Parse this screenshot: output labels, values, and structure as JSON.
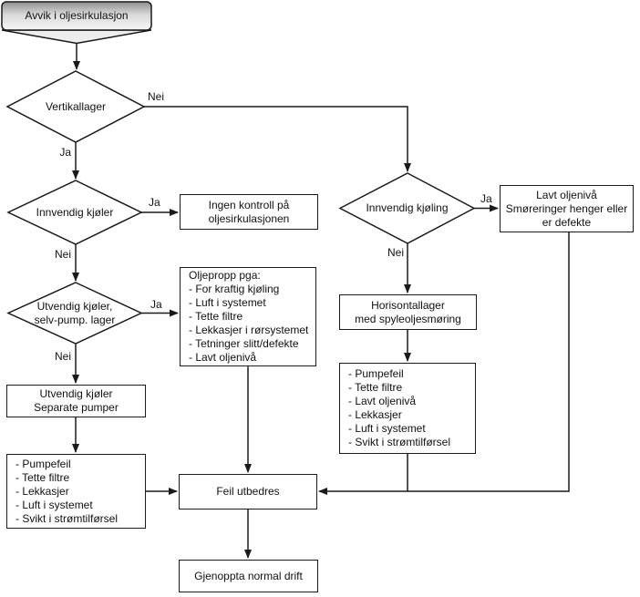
{
  "diagram": {
    "start": {
      "label": "Avvik i oljesirkulasjon"
    },
    "decisions": {
      "vertikallager": {
        "label": "Vertikallager"
      },
      "innvendig_kjoler": {
        "label": "Innvendig kjøler"
      },
      "utvendig_kjoler": {
        "label": "Utvendig kjøler,\nselv-pump. lager"
      },
      "innvendig_kjoling": {
        "label": "Innvendig kjøling"
      }
    },
    "boxes": {
      "ingen_kontroll": {
        "label": "Ingen kontroll på\noljesirkulasjonen"
      },
      "oljepropp": {
        "label": "Oljepropp pga:\n- For kraftig kjøling\n- Luft i systemet\n- Tette filtre\n- Lekkasjer i rørsystemet\n- Tetninger slitt/defekte\n- Lavt oljenivå"
      },
      "utvendig_separate": {
        "label": "Utvendig kjøler\nSeparate pumper"
      },
      "venstre_aarsaker": {
        "label": "- Pumpefeil\n- Tette filtre\n- Lekkasjer\n- Luft i systemet\n- Svikt i strømtilførsel"
      },
      "lavt_oljeniva": {
        "label": "Lavt oljenivå\nSmøreringer henger eller\ner defekte"
      },
      "horisontallager": {
        "label": "Horisontallager\nmed spyleoljesmøring"
      },
      "hoyre_aarsaker": {
        "label": "- Pumpefeil\n- Tette filtre\n- Lavt oljenivå\n- Lekkasjer\n- Luft i systemet\n- Svikt i strømtilførsel"
      },
      "feil_utbedres": {
        "label": "Feil utbedres"
      },
      "gjenoppta": {
        "label": "Gjenoppta normal drift"
      }
    },
    "edge_labels": {
      "vertikallager_ja": "Ja",
      "vertikallager_nei": "Nei",
      "innvendig_kjoler_ja": "Ja",
      "innvendig_kjoler_nei": "Nei",
      "utvendig_kjoler_ja": "Ja",
      "utvendig_kjoler_nei": "Nei",
      "innvendig_kjoling_ja": "Ja",
      "innvendig_kjoling_nei": "Nei"
    },
    "colors": {
      "line": "#1a1a1a",
      "box_fill": "#ffffff",
      "start_gradient_top": "#8e8e8e",
      "start_gradient_bottom": "#f7f7f7"
    }
  }
}
